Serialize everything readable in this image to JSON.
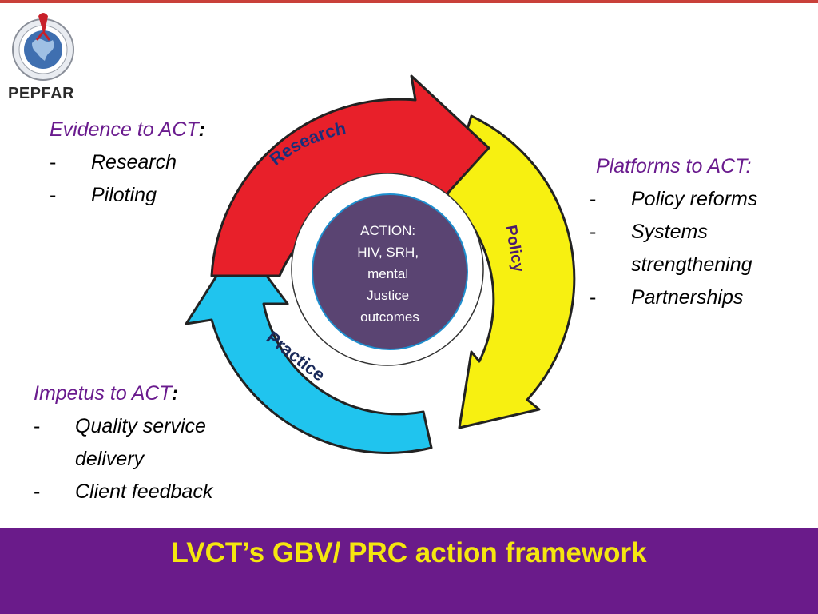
{
  "logo": {
    "name": "PEPFAR"
  },
  "cycle": {
    "research_label": "Research",
    "policy_label": "Policy",
    "practice_label": "Practice",
    "center_lines": [
      "ACTION:",
      "HIV, SRH,",
      "mental",
      "Justice",
      "outcomes"
    ]
  },
  "evidence": {
    "heading": "Evidence to ACT",
    "colon": ":",
    "items": [
      "Research",
      "Piloting"
    ]
  },
  "platforms": {
    "heading": "Platforms to ACT:",
    "items": [
      "Policy reforms",
      "Systems",
      "strengthening",
      "Partnerships"
    ]
  },
  "impetus": {
    "heading": "Impetus to ACT",
    "colon": ":",
    "items": [
      "Quality service",
      "delivery",
      "Client feedback"
    ]
  },
  "bullet": "-",
  "footer": {
    "title": "LVCT’s GBV/ PRC action framework"
  },
  "colors": {
    "research": "#e8202a",
    "policy": "#f7f011",
    "practice": "#20c4ee",
    "center": "#5a4472",
    "heading": "#6a1b8e",
    "footer_bg": "#6a1b8a",
    "footer_text": "#f5e60f"
  }
}
